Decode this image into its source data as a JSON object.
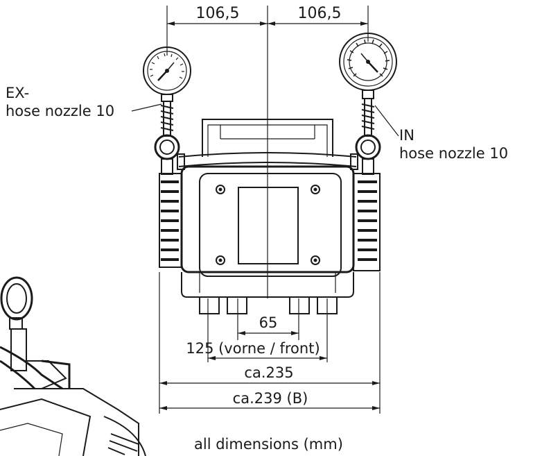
{
  "dimensions": {
    "top_left": "106,5",
    "top_right": "106,5",
    "feet_inner": "65",
    "feet_front": "125 (vorne / front)",
    "overall_housing": "ca.235",
    "overall_width": "ca.239 (B)"
  },
  "labels": {
    "outlet_line1": "EX-",
    "outlet_line2": "hose nozzle 10",
    "inlet_line1": "IN",
    "inlet_line2": "hose nozzle 10",
    "units_note": "all dimensions (mm)"
  }
}
